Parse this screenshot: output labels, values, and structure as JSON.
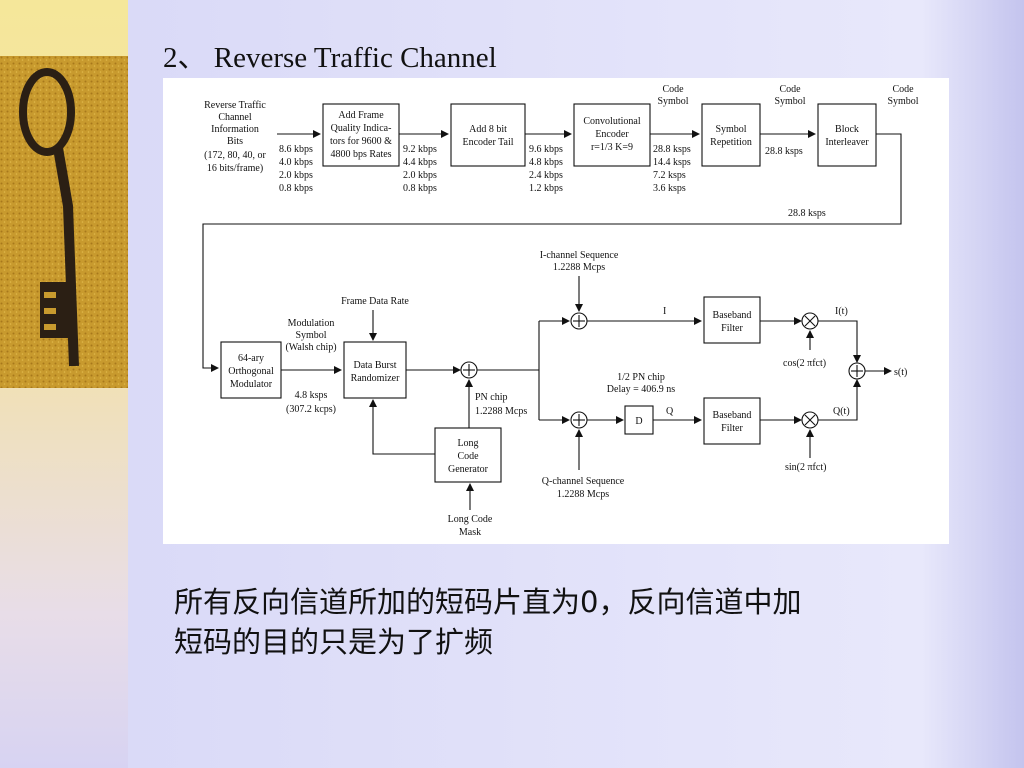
{
  "slide": {
    "title": "2、 Reverse Traffic Channel",
    "caption_line1": "所有反向信道所加的短码片直为0，反向信道中加",
    "caption_line2": "短码的目的只是为了扩频"
  },
  "diagram": {
    "input_label": [
      "Reverse Traffic",
      "Channel",
      "Information",
      "Bits",
      "(172, 80, 40, or",
      "16 bits/frame)"
    ],
    "rates_in": [
      "8.6 kbps",
      "4.0 kbps",
      "2.0 kbps",
      "0.8 kbps"
    ],
    "frame_quality_box": [
      "Add Frame",
      "Quality Indica-",
      "tors for 9600 &",
      "4800 bps Rates"
    ],
    "rates_fq": [
      "9.2 kbps",
      "4.4 kbps",
      "2.0 kbps",
      "0.8 kbps"
    ],
    "encoder_tail_box": [
      "Add 8 bit",
      "Encoder Tail"
    ],
    "rates_tail": [
      "9.6 kbps",
      "4.8 kbps",
      "2.4 kbps",
      "1.2 kbps"
    ],
    "conv_encoder_box": [
      "Convolutional",
      "Encoder",
      "r=1/3 K=9"
    ],
    "rates_conv": [
      "28.8 ksps",
      "14.4 ksps",
      "7.2 ksps",
      "3.6 ksps"
    ],
    "code_symbol": [
      "Code",
      "Symbol"
    ],
    "symbol_rep_box": [
      "Symbol",
      "Repetition"
    ],
    "rate_rep": "28.8 ksps",
    "interleaver_box": [
      "Block",
      "Interleaver"
    ],
    "rate_interleaved": "28.8 ksps",
    "frame_data_rate": "Frame Data Rate",
    "modulation_symbol": [
      "Modulation",
      "Symbol",
      "(Walsh chip)"
    ],
    "walsh_box": [
      "64-ary",
      "Orthogonal",
      "Modulator"
    ],
    "rate_walsh": [
      "4.8 ksps",
      "(307.2 kcps)"
    ],
    "burst_box": [
      "Data Burst",
      "Randomizer"
    ],
    "pn_chip": [
      "PN chip",
      "1.2288 Mcps"
    ],
    "long_code_box": [
      "Long",
      "Code",
      "Generator"
    ],
    "long_code_mask": [
      "Long Code",
      "Mask"
    ],
    "i_sequence": [
      "I-channel Sequence",
      "1.2288 Mcps"
    ],
    "q_sequence": [
      "Q-channel Sequence",
      "1.2288 Mcps"
    ],
    "half_chip": [
      "1/2 PN chip",
      "Delay = 406.9 ns"
    ],
    "delay_box": "D",
    "i_label": "I",
    "q_label": "Q",
    "baseband_box": [
      "Baseband",
      "Filter"
    ],
    "i_t": "I(t)",
    "q_t": "Q(t)",
    "cos_label": "cos(2 πfct)",
    "sin_label": "sin(2 πfct)",
    "s_t": "s(t)"
  }
}
